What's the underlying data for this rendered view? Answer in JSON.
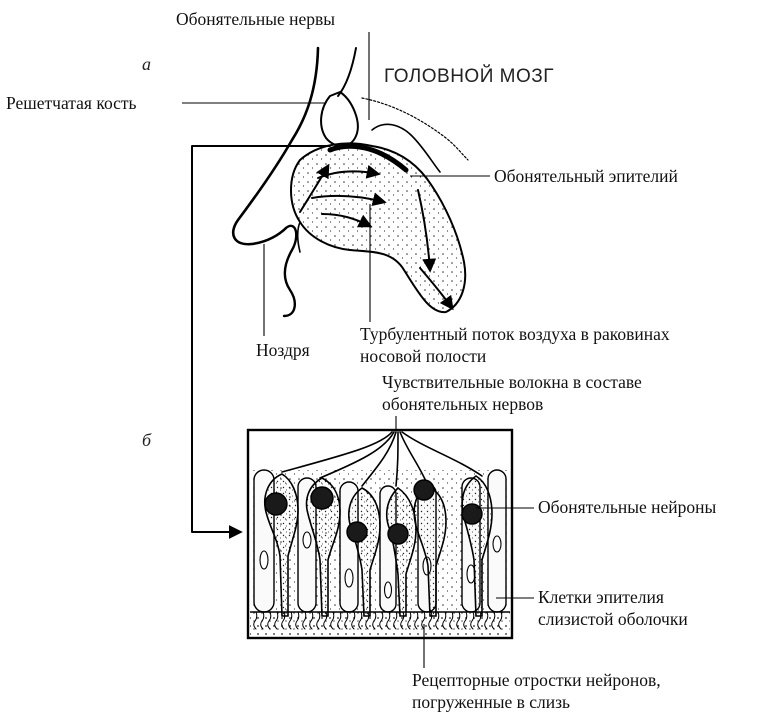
{
  "panels": {
    "a": "а",
    "b": "б"
  },
  "brain_label": "ГОЛОВНОЙ МОЗГ",
  "labels": {
    "olfactory_nerves": "Обонятельные нервы",
    "ethmoid_bone": "Решетчатая кость",
    "olfactory_epithelium": "Обонятельный эпителий",
    "turbulent_flow_line1": "Турбулентный поток воздуха в раковинах",
    "turbulent_flow_line2": "носовой полости",
    "nostril": "Ноздря",
    "sensory_fibers_line1": "Чувствительные волокна в составе",
    "sensory_fibers_line2": "обонятельных нервов",
    "olfactory_neurons": "Обонятельные нейроны",
    "epithelial_cells_line1": "Клетки эпителия",
    "epithelial_cells_line2": "слизистой оболочки",
    "receptor_processes_line1": "Рецепторные отростки нейронов,",
    "receptor_processes_line2": "погруженные в слизь"
  }
}
